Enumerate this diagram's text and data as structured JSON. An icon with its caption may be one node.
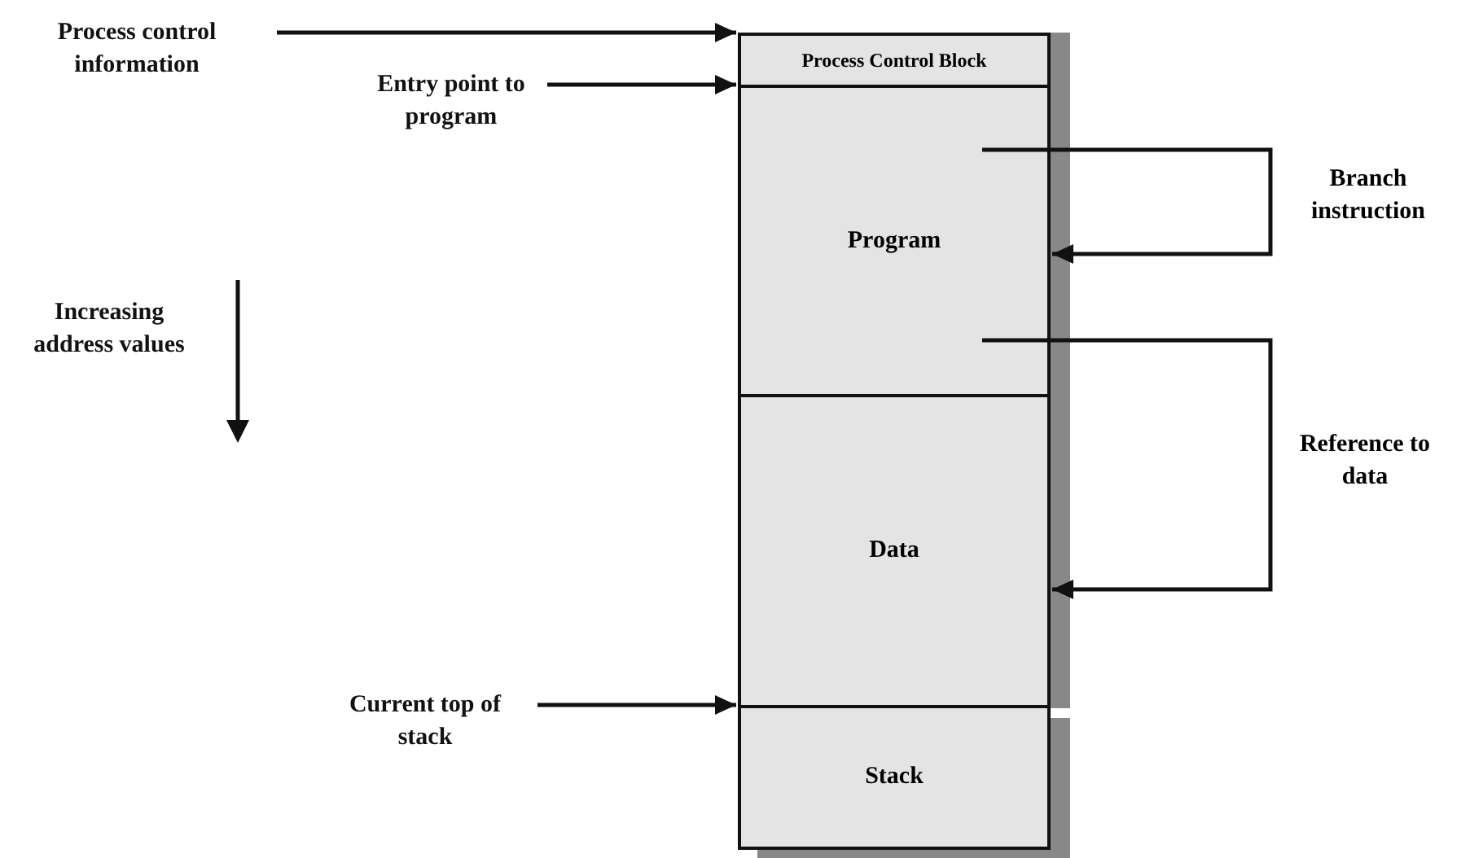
{
  "diagram": {
    "nodes": [
      {
        "text": [
          "Process control information"
        ]
      },
      {
        "text": [
          "Entry point to program"
        ]
      },
      {
        "text": [
          "Process Control Block"
        ]
      },
      {
        "text": [
          "Program"
        ]
      },
      {
        "text": [
          "Data"
        ]
      },
      {
        "text": [
          "Stack"
        ]
      },
      {
        "text": [
          "Current top of stack"
        ]
      }
    ],
    "edges": [
      {
        "from": 0,
        "to": 2,
        "arrow": "to"
      },
      {
        "from": 1,
        "to": 3,
        "arrow": "to"
      },
      {
        "from": 3,
        "to": 3,
        "arrow": "to",
        "label": "Branch instruction"
      },
      {
        "from": 3,
        "to": 4,
        "arrow": "to",
        "label": "Reference to data"
      },
      {
        "from": 6,
        "to": 5,
        "arrow": "to"
      }
    ],
    "labels": [
      "Increasing address values"
    ]
  }
}
